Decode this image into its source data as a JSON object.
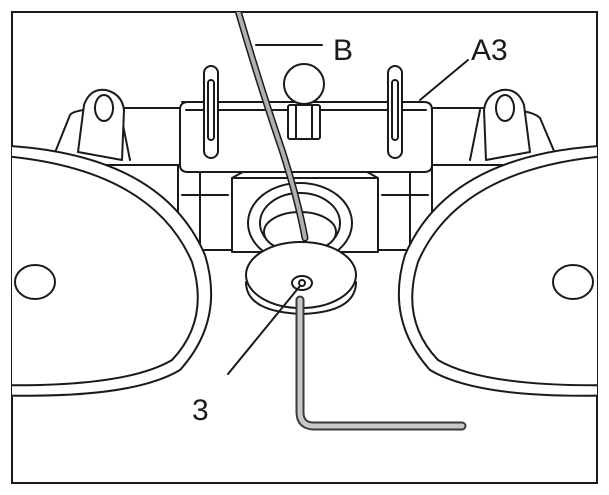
{
  "figure": {
    "labels": {
      "cable": "B",
      "bracket": "A3",
      "screw": "3"
    },
    "colors": {
      "line": "#1a1a1a",
      "fill": "#ffffff",
      "cable": "#9a9a9a",
      "tool_inner": "#bdbdbd",
      "tool_outer": "#3a3a3a"
    }
  }
}
